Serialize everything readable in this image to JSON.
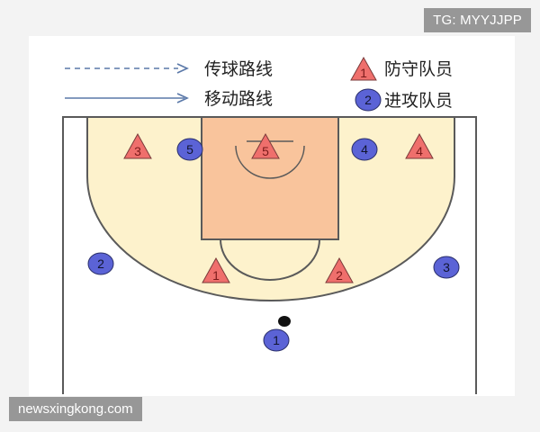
{
  "legend": {
    "pass_route": "传球路线",
    "move_route": "移动路线",
    "defender_label": "防守队员",
    "defender_num": "1",
    "attacker_label": "进攻队员",
    "attacker_num": "2"
  },
  "players": {
    "defenders": [
      "3",
      "5",
      "4",
      "1",
      "2"
    ],
    "attackers": [
      "5",
      "4",
      "2",
      "3",
      "1"
    ]
  },
  "watermarks": {
    "top": "TG: MYYJJPP",
    "bottom": "newsxingkong.com"
  },
  "colors": {
    "key": "#f9c49c",
    "arc_area": "#fdf2cc",
    "line": "#5a5a5a",
    "defender": "#ef6f6c",
    "attacker": "#5b63d6",
    "legend_dash": "#5a78a8"
  }
}
